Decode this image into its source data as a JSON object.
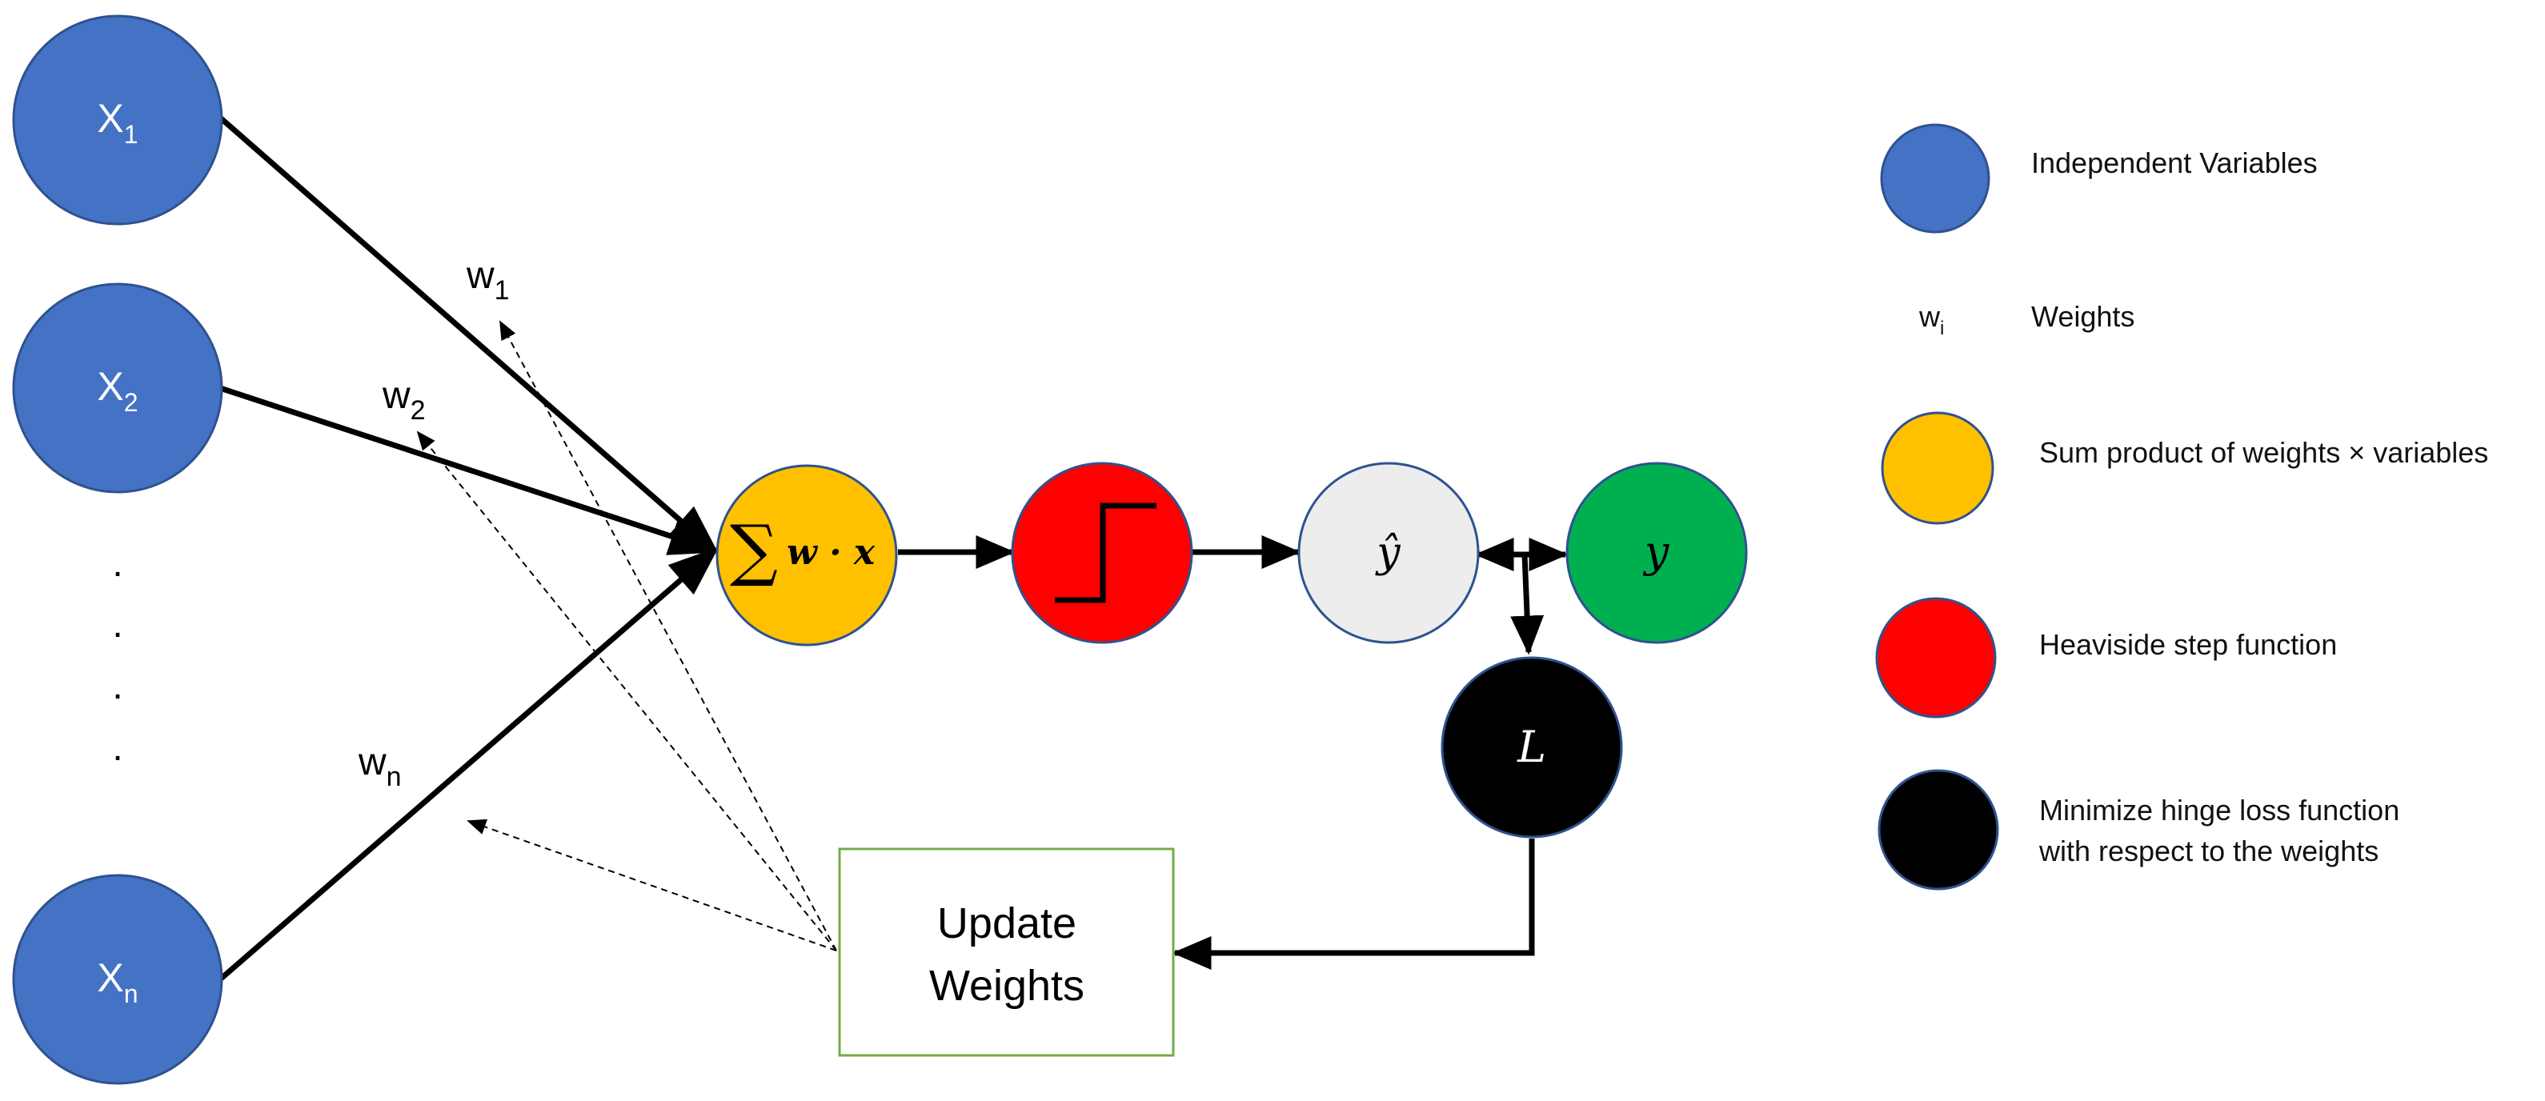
{
  "colors": {
    "input_fill": "#4472C4",
    "input_stroke": "#2F528F",
    "sum_fill": "#FFC000",
    "step_fill": "#FF0000",
    "yhat_fill": "#EDEDED",
    "y_fill": "#00B050",
    "loss_fill": "#000000",
    "update_box_stroke": "#70AD47"
  },
  "inputs": {
    "x1": {
      "base": "X",
      "sub": "1"
    },
    "x2": {
      "base": "X",
      "sub": "2"
    },
    "xn": {
      "base": "X",
      "sub": "n"
    },
    "dots": "."
  },
  "weights": {
    "w1": {
      "base": "w",
      "sub": "1"
    },
    "w2": {
      "base": "w",
      "sub": "2"
    },
    "wn": {
      "base": "w",
      "sub": "n"
    }
  },
  "nodes": {
    "sum": {
      "sigma": "∑",
      "expr": "w · x"
    },
    "yhat": "ŷ",
    "y": "y",
    "loss": "L"
  },
  "update_box": {
    "line1": "Update",
    "line2": "Weights"
  },
  "legend": {
    "items": [
      {
        "label": "Independent Variables",
        "color": "#4472C4"
      },
      {
        "label": "Weights",
        "symbol_base": "w",
        "symbol_sub": "i"
      },
      {
        "label": "Sum product of weights × variables",
        "color": "#FFC000"
      },
      {
        "label": "Heaviside step function",
        "color": "#FF0000"
      },
      {
        "label_line1": "Minimize hinge loss function",
        "label_line2": "with respect to the weights",
        "color": "#000000"
      }
    ]
  }
}
